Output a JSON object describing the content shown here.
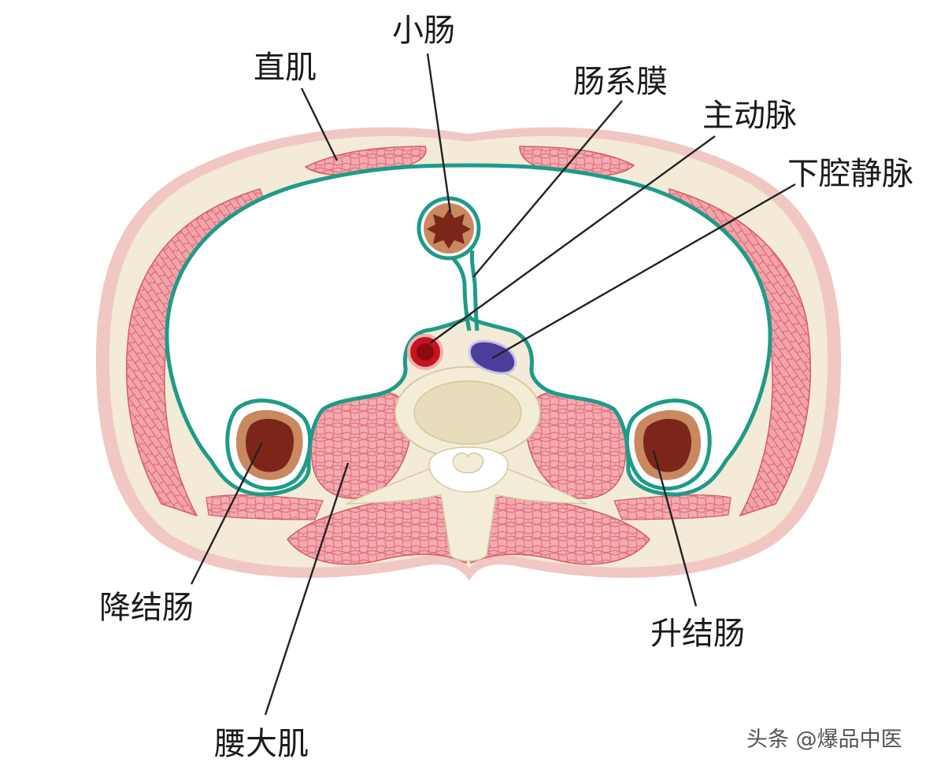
{
  "labels": {
    "small_intestine": "小肠",
    "rectus_muscle": "直肌",
    "mesentery": "肠系膜",
    "aorta": "主动脉",
    "inferior_vena_cava": "下腔静脉",
    "descending_colon": "降结肠",
    "ascending_colon": "升结肠",
    "psoas_major": "腰大肌"
  },
  "watermark": "头条 @爆品中医",
  "colors": {
    "skin": "#f1c7c4",
    "fascia": "#f3ead8",
    "muscle": "#ef9fa4",
    "peritoneum": "#1e9b88",
    "bone": "#f3edd8",
    "vertebral_body": "#e7ddba",
    "colon_wall": "#c88860",
    "colon_lumen": "#7c2619",
    "aorta": "#c3161e",
    "vena_cava": "#4e3e9b"
  }
}
